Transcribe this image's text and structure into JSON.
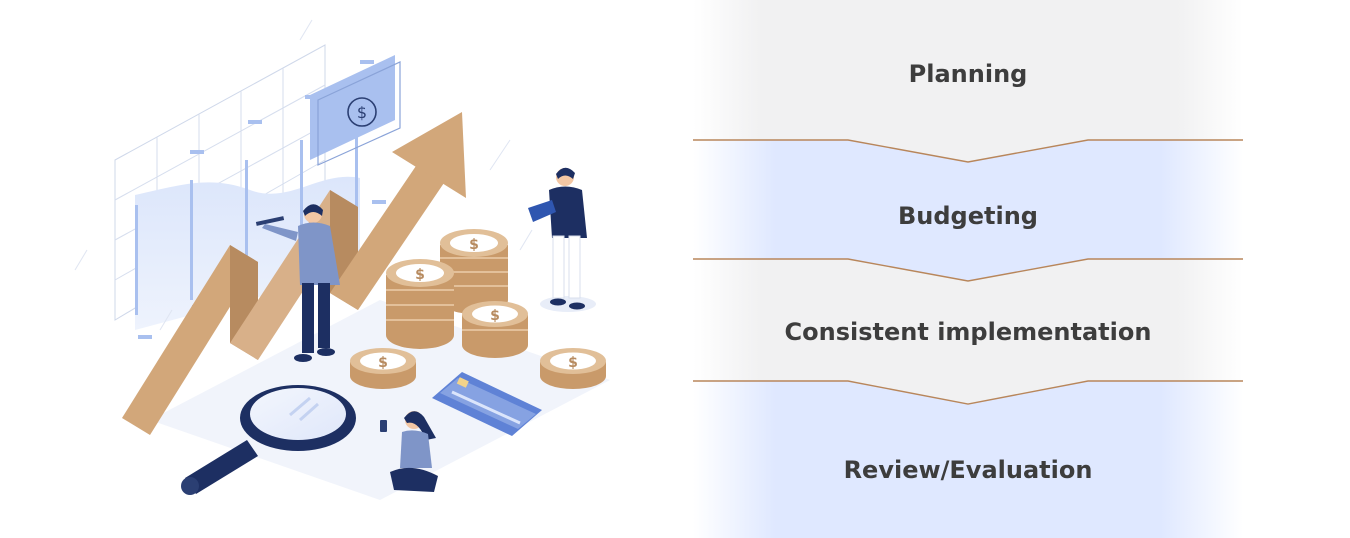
{
  "process": {
    "steps": [
      {
        "label": "Planning"
      },
      {
        "label": "Budgeting"
      },
      {
        "label": "Consistent implementation"
      },
      {
        "label": "Review/Evaluation"
      }
    ]
  },
  "illustration": {
    "currency_symbol": "$"
  },
  "colors": {
    "arrow": "#d2a77a",
    "navy": "#1f3a8a",
    "light_blue": "#dfe8ff",
    "divider": "#b8865b",
    "text": "#3d3d3d"
  }
}
